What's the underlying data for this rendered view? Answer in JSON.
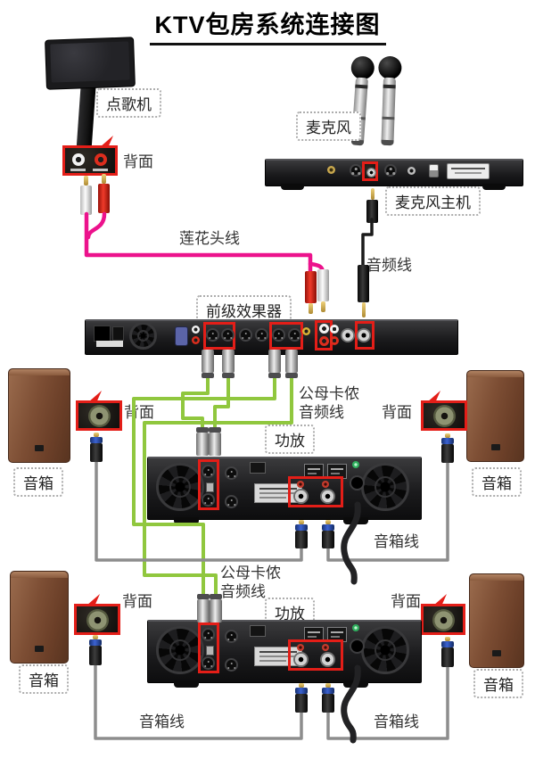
{
  "title": "KTV包房系统连接图",
  "labels": {
    "karaoke_player": "点歌机",
    "back_side": "背面",
    "microphone": "麦克风",
    "microphone_host": "麦克风主机",
    "rca_cable": "莲花头线",
    "audio_cable": "音频线",
    "effects_processor": "前级效果器",
    "xlr_cable_line1": "公母卡侬",
    "xlr_cable_line2": "音频线",
    "power_amp": "功放",
    "speaker": "音箱",
    "speaker_cable": "音箱线"
  },
  "colors": {
    "highlight_red": "#e31e18",
    "cable_pink": "#ec128c",
    "cable_green": "#90c73e",
    "cable_gray": "#8d8d8d",
    "cable_black": "#1b1b1b",
    "speaker_brown": "#7d4e34"
  }
}
